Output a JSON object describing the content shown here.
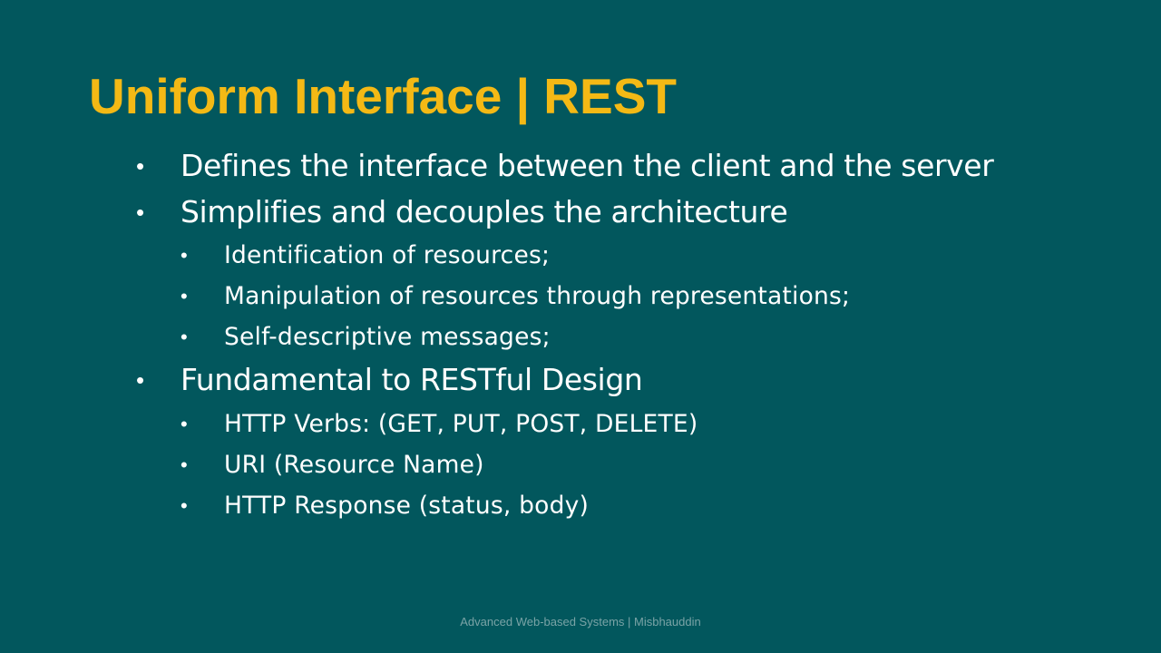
{
  "slide": {
    "title": "Uniform Interface | REST",
    "bullet_glyph": "•",
    "bullets": [
      {
        "text": "Defines the interface between the client and the server",
        "level": 1
      },
      {
        "text": "Simplifies and decouples the architecture",
        "level": 1
      },
      {
        "text": "Identification of resources;",
        "level": 2
      },
      {
        "text": "Manipulation of resources through representations;",
        "level": 2
      },
      {
        "text": "Self-descriptive messages;",
        "level": 2
      },
      {
        "text": "Fundamental to RESTful Design",
        "level": 1
      },
      {
        "text": "HTTP Verbs: (GET, PUT, POST, DELETE)",
        "level": 2
      },
      {
        "text": "URI (Resource Name)",
        "level": 2
      },
      {
        "text": "HTTP Response (status, body)",
        "level": 2
      }
    ],
    "footer": "Advanced Web-based Systems | Misbhauddin"
  },
  "colors": {
    "background": "#02575d",
    "title": "#f4b915",
    "body_text": "#ffffff",
    "footer_text": "#7aa3a6"
  }
}
